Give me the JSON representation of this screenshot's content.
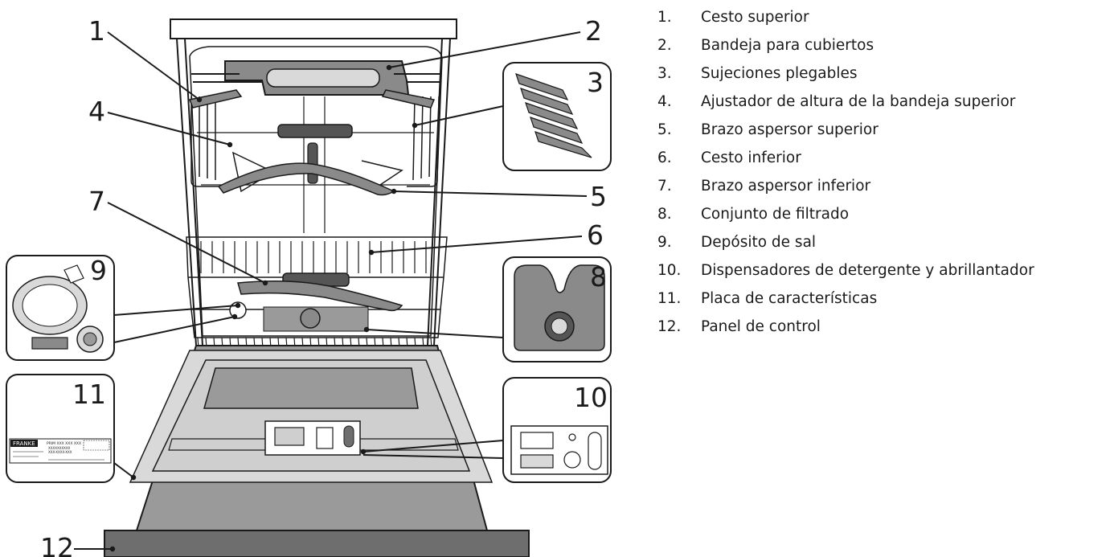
{
  "parts": [
    {
      "num": "1.",
      "callout": "1",
      "label": "Cesto superior"
    },
    {
      "num": "2.",
      "callout": "2",
      "label": "Bandeja para cubiertos"
    },
    {
      "num": "3.",
      "callout": "3",
      "label": "Sujeciones plegables"
    },
    {
      "num": "4.",
      "callout": "4",
      "label": "Ajustador de altura de la bandeja superior"
    },
    {
      "num": "5.",
      "callout": "5",
      "label": "Brazo aspersor superior"
    },
    {
      "num": "6.",
      "callout": "6",
      "label": "Cesto inferior"
    },
    {
      "num": "7.",
      "callout": "7",
      "label": "Brazo aspersor inferior"
    },
    {
      "num": "8.",
      "callout": "8",
      "label": "Conjunto de filtrado"
    },
    {
      "num": "9.",
      "callout": "9",
      "label": "Depósito de sal"
    },
    {
      "num": "10.",
      "callout": "10",
      "label": "Dispensadores de detergente y abrillantador"
    },
    {
      "num": "11.",
      "callout": "11",
      "label": "Placa de características"
    },
    {
      "num": "12.",
      "callout": "12",
      "label": "Panel de control"
    }
  ],
  "rating_plate": {
    "brand": "FRANKE",
    "model_line": "PRIM XXX XXX XXX",
    "code_line_1": "XXXXXXXXXX",
    "code_line_2": "XXX-XXXX-XXX"
  },
  "colors": {
    "line": "#1a1a1a",
    "panel_gray": "#9a9a9a",
    "panel_dark": "#6e6e6e",
    "part_gray": "#8a8a8a",
    "part_dark": "#555555",
    "light_gray": "#d9d9d9"
  }
}
